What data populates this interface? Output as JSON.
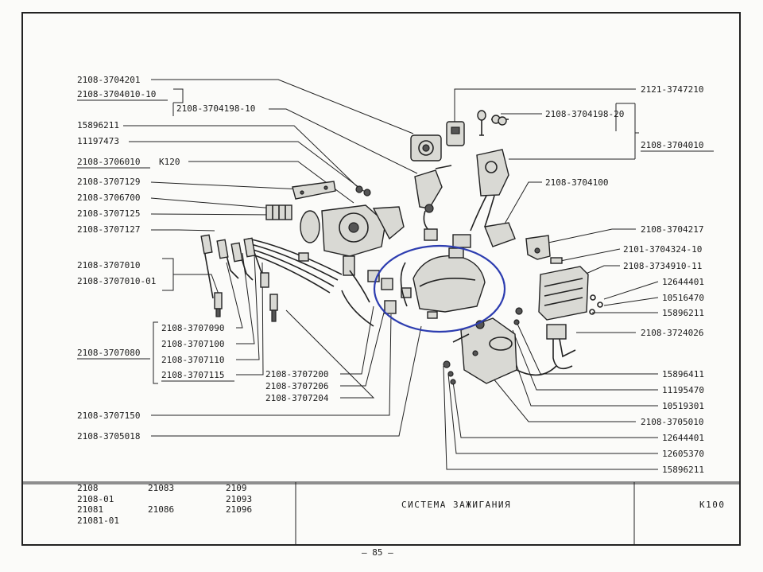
{
  "left_labels": [
    {
      "id": "l1",
      "text": "2108-3704201",
      "underline": false
    },
    {
      "id": "l2",
      "text": "2108-3704010-10",
      "underline": true
    },
    {
      "id": "l3",
      "text": "2108-3704198-10",
      "underline": false
    },
    {
      "id": "l4",
      "text": "15896211",
      "underline": false
    },
    {
      "id": "l5",
      "text": "11197473",
      "underline": false
    },
    {
      "id": "l6",
      "text": "2108-3706010",
      "underline": true
    },
    {
      "id": "l6b",
      "text": "K120",
      "underline": false
    },
    {
      "id": "l7",
      "text": "2108-3707129",
      "underline": false
    },
    {
      "id": "l8",
      "text": "2108-3706700",
      "underline": false
    },
    {
      "id": "l9",
      "text": "2108-3707125",
      "underline": false
    },
    {
      "id": "l10",
      "text": "2108-3707127",
      "underline": false
    },
    {
      "id": "l11",
      "text": "2108-3707010",
      "underline": false
    },
    {
      "id": "l12",
      "text": "2108-3707010-01",
      "underline": false
    },
    {
      "id": "l13",
      "text": "2108-3707090",
      "underline": false
    },
    {
      "id": "l14",
      "text": "2108-3707100",
      "underline": false
    },
    {
      "id": "l15",
      "text": "2108-3707080",
      "underline": true
    },
    {
      "id": "l16",
      "text": "2108-3707110",
      "underline": false
    },
    {
      "id": "l17",
      "text": "2108-3707115",
      "underline": true
    },
    {
      "id": "l18",
      "text": "2108-3707200",
      "underline": false
    },
    {
      "id": "l19",
      "text": "2108-3707206",
      "underline": false
    },
    {
      "id": "l20",
      "text": "2108-3707204",
      "underline": false
    },
    {
      "id": "l21",
      "text": "2108-3707150",
      "underline": false
    },
    {
      "id": "l22",
      "text": "2108-3705018",
      "underline": false
    }
  ],
  "right_labels": [
    {
      "id": "r1",
      "text": "2121-3747210",
      "underline": false
    },
    {
      "id": "r2",
      "text": "2108-3704198-20",
      "underline": false
    },
    {
      "id": "r3",
      "text": "2108-3704010",
      "underline": true
    },
    {
      "id": "r4",
      "text": "2108-3704100",
      "underline": false
    },
    {
      "id": "r5",
      "text": "2108-3704217",
      "underline": false
    },
    {
      "id": "r6",
      "text": "2101-3704324-10",
      "underline": false
    },
    {
      "id": "r7",
      "text": "2108-3734910-11",
      "underline": false
    },
    {
      "id": "r8",
      "text": "12644401",
      "underline": false
    },
    {
      "id": "r9",
      "text": "10516470",
      "underline": false
    },
    {
      "id": "r10",
      "text": "15896211",
      "underline": false
    },
    {
      "id": "r11",
      "text": "2108-3724026",
      "underline": false
    },
    {
      "id": "r12",
      "text": "15896411",
      "underline": false
    },
    {
      "id": "r13",
      "text": "11195470",
      "underline": false
    },
    {
      "id": "r14",
      "text": "10519301",
      "underline": false
    },
    {
      "id": "r15",
      "text": "2108-3705010",
      "underline": false
    },
    {
      "id": "r16",
      "text": "12644401",
      "underline": false
    },
    {
      "id": "r17",
      "text": "12605370",
      "underline": false
    },
    {
      "id": "r18",
      "text": "15896211",
      "underline": false
    }
  ],
  "title_block": {
    "models_col1": [
      "2108",
      "2108-01",
      "21081",
      "21081-01"
    ],
    "models_col2": [
      "21083",
      "",
      "21086"
    ],
    "models_col3": [
      "2109",
      "21093",
      "21096"
    ],
    "system_title": "СИСТЕМА ЗАЖИГАНИЯ",
    "code": "K100"
  },
  "page_number": "— 85 —",
  "colors": {
    "highlight": "#2d3db0",
    "ink": "#222222"
  }
}
